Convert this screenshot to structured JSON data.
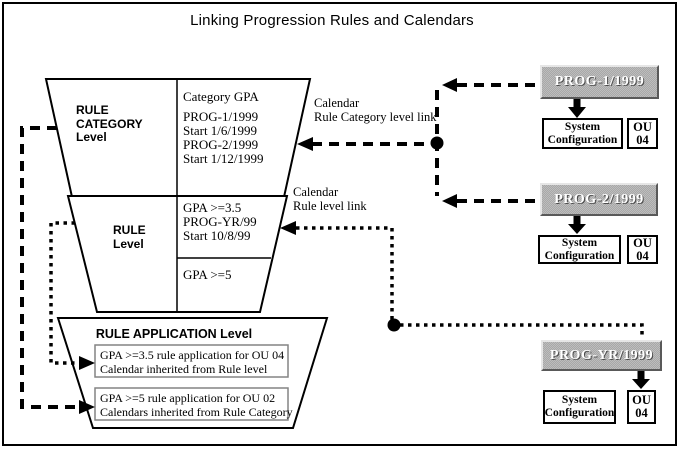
{
  "title": "Linking Progression Rules and Calendars",
  "funnel": {
    "category_level": {
      "label_lines": [
        "RULE",
        "CATEGORY",
        "Level"
      ],
      "cell_lines": [
        "Category GPA",
        "PROG-1/1999",
        "Start 1/6/1999",
        "PROG-2/1999",
        "Start 1/12/1999"
      ]
    },
    "rule_level": {
      "label_lines": [
        "RULE",
        "Level"
      ],
      "cell1_lines": [
        "GPA >=3.5",
        "PROG-YR/99",
        "Start 10/8/99"
      ],
      "cell2": "GPA >=5"
    },
    "application_level": {
      "title": "RULE APPLICATION Level",
      "box1_lines": [
        "GPA >=3.5 rule application for OU 04",
        "Calendar inherited from Rule level"
      ],
      "box2_lines": [
        "GPA >=5 rule application for OU 02",
        "Calendars inherited from Rule Category"
      ]
    }
  },
  "links": {
    "category_link_label_lines": [
      "Calendar",
      "Rule Category level link"
    ],
    "rule_link_label_lines": [
      "Calendar",
      "Rule level link"
    ]
  },
  "programs": [
    {
      "name": "PROG-1/1999",
      "config_lines": [
        "System",
        "Configuration"
      ],
      "ou_lines": [
        "OU",
        "04"
      ]
    },
    {
      "name": "PROG-2/1999",
      "config_lines": [
        "System",
        "Configuration"
      ],
      "ou_lines": [
        "OU",
        "04"
      ]
    },
    {
      "name": "PROG-YR/1999",
      "config_lines": [
        "System",
        "Configuration"
      ],
      "ou_lines": [
        "OU",
        "04"
      ]
    }
  ],
  "colors": {
    "line": "#000000",
    "prog_box_fill": "#b2b2b2",
    "prog_box_text": "#ffffff",
    "app_box_border": "#848484",
    "background": "#ffffff"
  }
}
